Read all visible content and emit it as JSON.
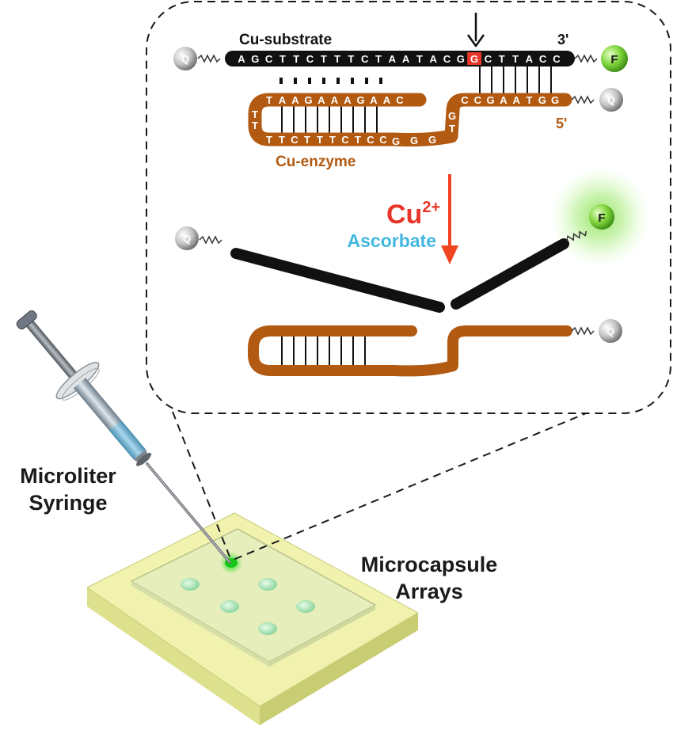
{
  "inset": {
    "substrate_label": "Cu-substrate",
    "substrate_sequence": [
      "A",
      "G",
      "C",
      "T",
      "T",
      "C",
      "T",
      "T",
      "T",
      "C",
      "T",
      "A",
      "A",
      "T",
      "A",
      "C",
      "G",
      "G",
      "C",
      "T",
      "T",
      "A",
      "C",
      "C"
    ],
    "cleavage_index": 17,
    "substrate_end_label": "3'",
    "enzyme_top_sequence": [
      "T",
      "A",
      "A",
      "G",
      "A",
      "A",
      "A",
      "G",
      "A",
      "A",
      "C"
    ],
    "enzyme_loop_sequence": [
      "T",
      "T"
    ],
    "enzyme_bottom_sequence": [
      "T",
      "T",
      "C",
      "T",
      "T",
      "T",
      "C",
      "T",
      "C",
      "C",
      "G",
      "G",
      "G"
    ],
    "enzyme_bulge_sequence": [
      "T",
      "G"
    ],
    "enzyme_right_sequence": [
      "C",
      "C",
      "G",
      "A",
      "A",
      "T",
      "G",
      "G"
    ],
    "enzyme_label": "Cu-enzyme",
    "enzyme_end_label": "5'",
    "quencher_label": "Q",
    "fluorophore_label": "F",
    "cofactor_ion": "Cu",
    "cofactor_charge": "2+",
    "reductant": "Ascorbate"
  },
  "device": {
    "syringe_label_line1": "Microliter",
    "syringe_label_line2": "Syringe",
    "array_label_line1": "Microcapsule",
    "array_label_line2": "Arrays"
  },
  "colors": {
    "strand_black": "#111111",
    "enzyme_brown": "#b25a12",
    "cleavage_red": "#e8352a",
    "arrow_red": "#f04520",
    "ascorbate_blue": "#42b8e0",
    "fluor_green": "#7ed43a",
    "quencher_gray": "#bdbdbd",
    "chip_yellow": "#eef0a2",
    "well_green": "#bfe8c4"
  }
}
